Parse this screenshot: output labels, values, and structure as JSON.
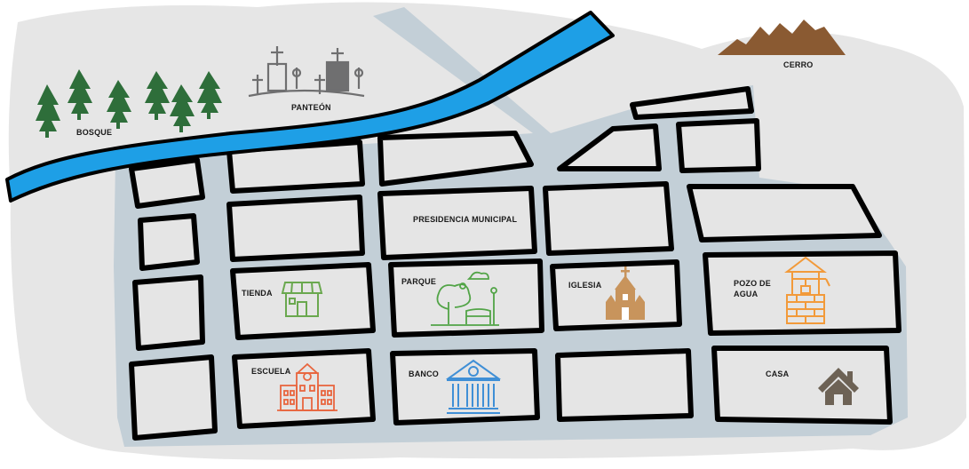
{
  "labels": {
    "bosque": "BOSQUE",
    "panteon": "PANTEÓN",
    "cerro": "CERRO",
    "presidencia": "PRESIDENCIA MUNICIPAL",
    "tienda": "TIENDA",
    "parque": "PARQUE",
    "iglesia": "IGLESIA",
    "pozo_line1": "POZO DE",
    "pozo_line2": "AGUA",
    "escuela": "ESCUELA",
    "banco": "BANCO",
    "casa": "CASA"
  },
  "colors": {
    "background_blob": "#e6e6e6",
    "street": "#c3cfd7",
    "block": "#e5e5e5",
    "outline": "#000000",
    "river": "#1e9fe6",
    "forest": "#2e6e3a",
    "cemetery": "#6f6f70",
    "mountain": "#8a5a32",
    "store": "#6aa84f",
    "park": "#52a447",
    "church": "#c8945c",
    "well": "#f29a3a",
    "school": "#e8663f",
    "bank": "#3f8fd6",
    "house": "#6d6255"
  },
  "icons": [
    "pine-tree-icon",
    "cemetery-icon",
    "mountain-icon",
    "store-icon",
    "park-icon",
    "church-icon",
    "well-icon",
    "school-icon",
    "bank-icon",
    "house-icon"
  ]
}
